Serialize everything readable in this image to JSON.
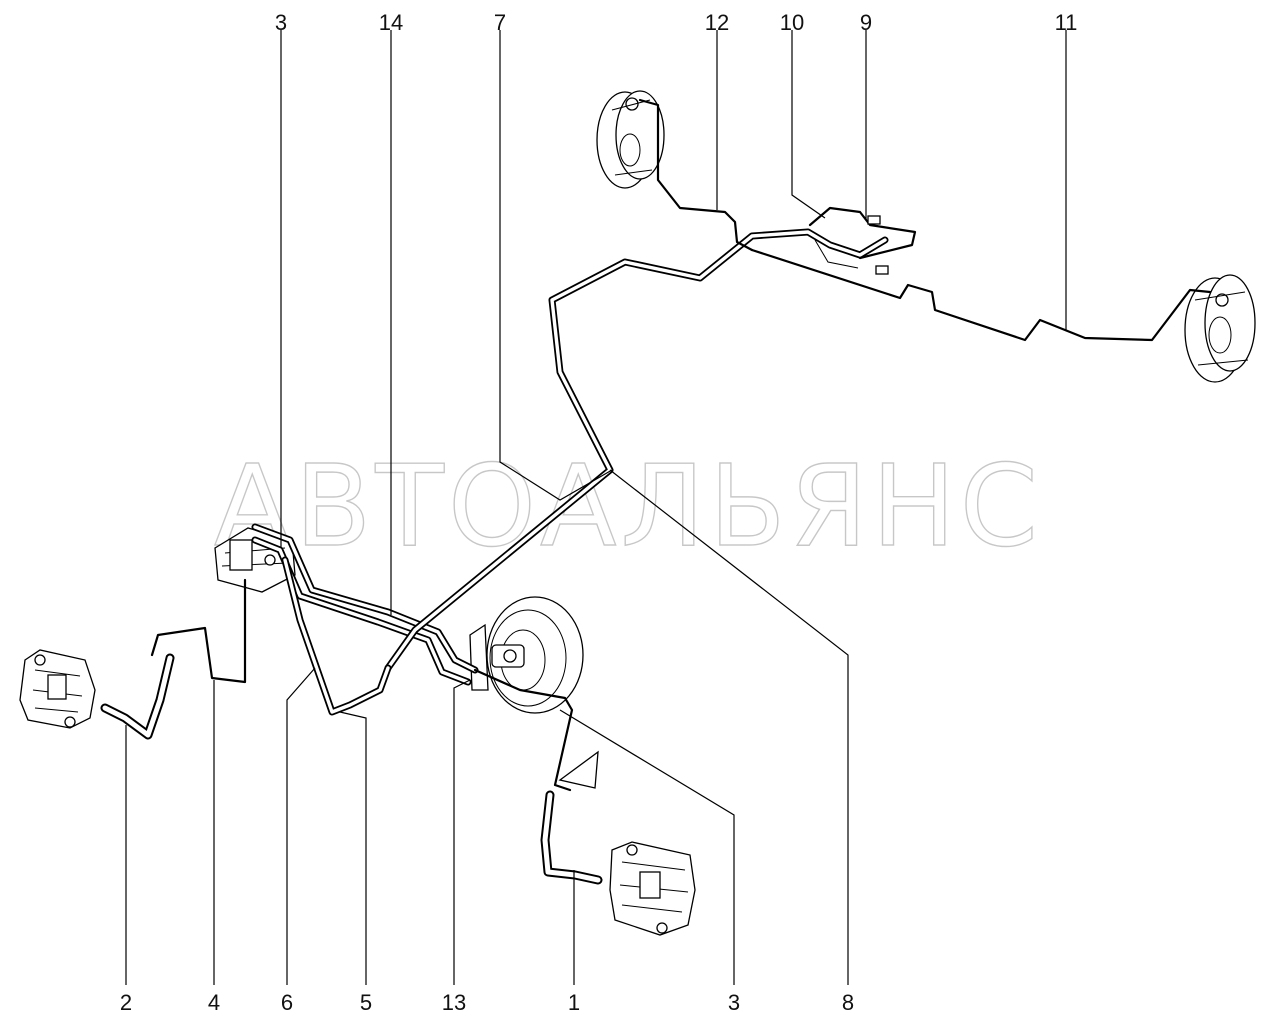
{
  "watermark": "АВТОАЛЬЯНС",
  "callouts": {
    "top": [
      "3",
      "14",
      "7",
      "12",
      "10",
      "9",
      "11"
    ],
    "bottom": [
      "2",
      "4",
      "6",
      "5",
      "13",
      "1",
      "3",
      "8"
    ]
  }
}
